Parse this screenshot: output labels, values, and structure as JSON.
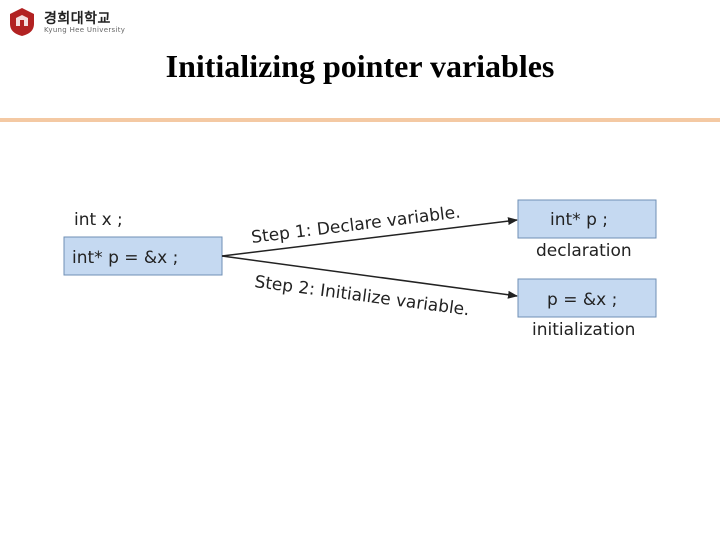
{
  "header": {
    "logo_korean": "경희대학교",
    "logo_english": "Kyung Hee University",
    "title": "Initializing pointer variables"
  },
  "diagram": {
    "line1": "int   x ;",
    "line2": "int*  p  =  &x ;",
    "step1": "Step 1: Declare variable.",
    "step2": "Step 2: Initialize variable.",
    "box_top": "int*  p ;",
    "caption_top": "declaration",
    "box_bottom": "p  =  &x ;",
    "caption_bottom": "initialization"
  },
  "colors": {
    "box_fill": "#c5d9f1",
    "box_stroke": "#6f8fb5",
    "rule": "#f4c9a3",
    "logo_red": "#b22222"
  }
}
